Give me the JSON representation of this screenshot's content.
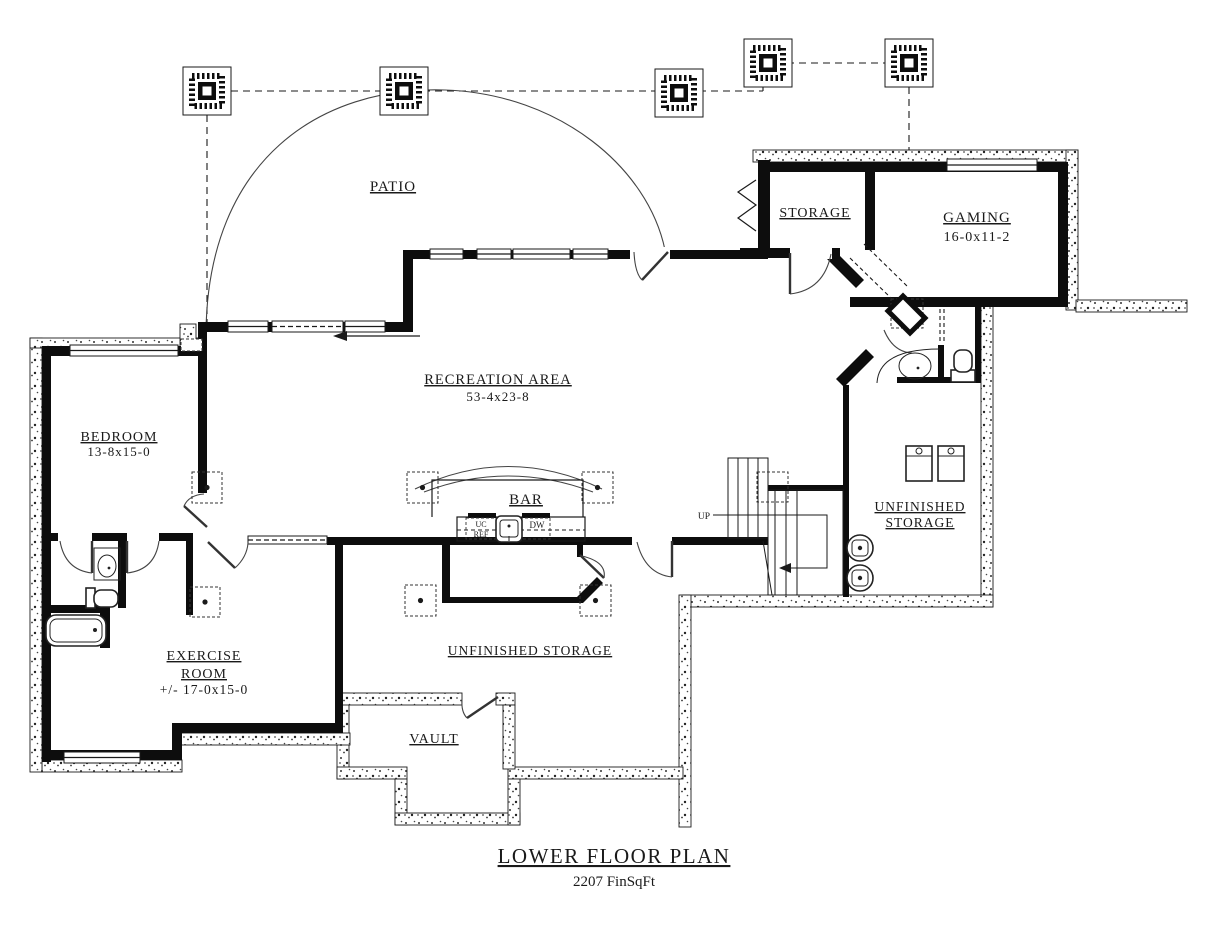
{
  "title": {
    "main": "LOWER FLOOR PLAN",
    "area": "2207 FinSqFt"
  },
  "rooms": {
    "patio": {
      "label": "PATIO"
    },
    "storage": {
      "label": "STORAGE"
    },
    "gaming": {
      "label": "GAMING",
      "dims": "16-0x11-2"
    },
    "recreation": {
      "label": "RECREATION AREA",
      "dims": "53-4x23-8"
    },
    "bedroom": {
      "label": "BEDROOM",
      "dims": "13-8x15-0"
    },
    "bar": {
      "label": "BAR"
    },
    "unfinished_storage_right": {
      "line1": "UNFINISHED",
      "line2": "STORAGE"
    },
    "exercise": {
      "line1": "EXERCISE",
      "line2": "ROOM",
      "dims": "+/- 17-0x15-0"
    },
    "unfinished_storage_center": {
      "label": "UNFINISHED STORAGE"
    },
    "vault": {
      "label": "VAULT"
    }
  },
  "annotations": {
    "up": "UP",
    "uc": "UC",
    "ref": "REF",
    "dw": "DW"
  },
  "colors": {
    "wall": "#0d0d0d",
    "paper": "#ffffff"
  }
}
